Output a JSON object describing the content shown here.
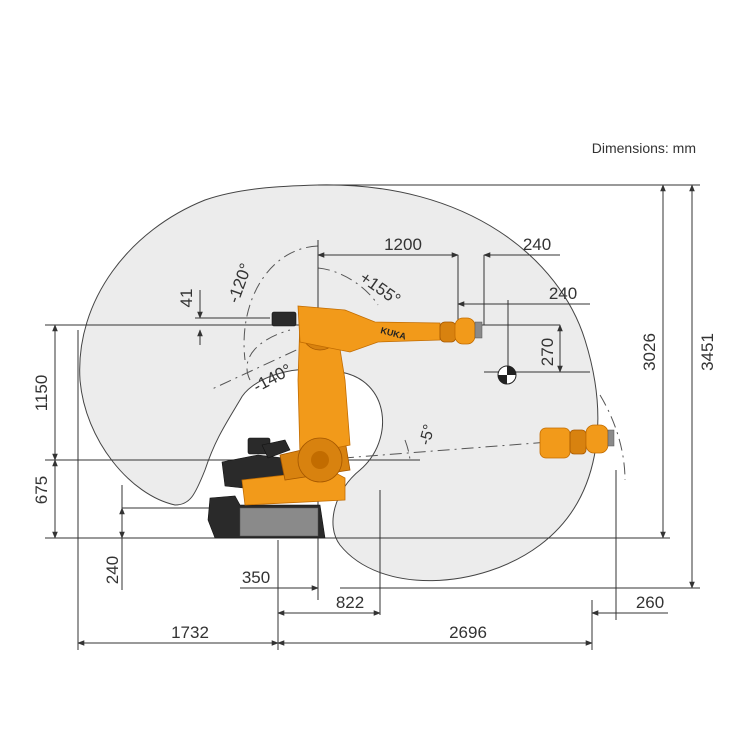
{
  "header": {
    "units_label": "Dimensions: mm"
  },
  "robot": {
    "brand": "KUKA"
  },
  "dimensions": {
    "d1200": "1200",
    "d240_top": "240",
    "d240_mid": "240",
    "d270": "270",
    "d3026": "3026",
    "d3451": "3451",
    "d41": "41",
    "d1150": "1150",
    "d675": "675",
    "d240_left": "240",
    "d350": "350",
    "d822": "822",
    "d1732": "1732",
    "d2696": "2696",
    "d260": "260"
  },
  "angles": {
    "a_minus120": "-120°",
    "a_plus155": "+155°",
    "a_minus140": "-140°",
    "a_minus5": "-5°"
  }
}
